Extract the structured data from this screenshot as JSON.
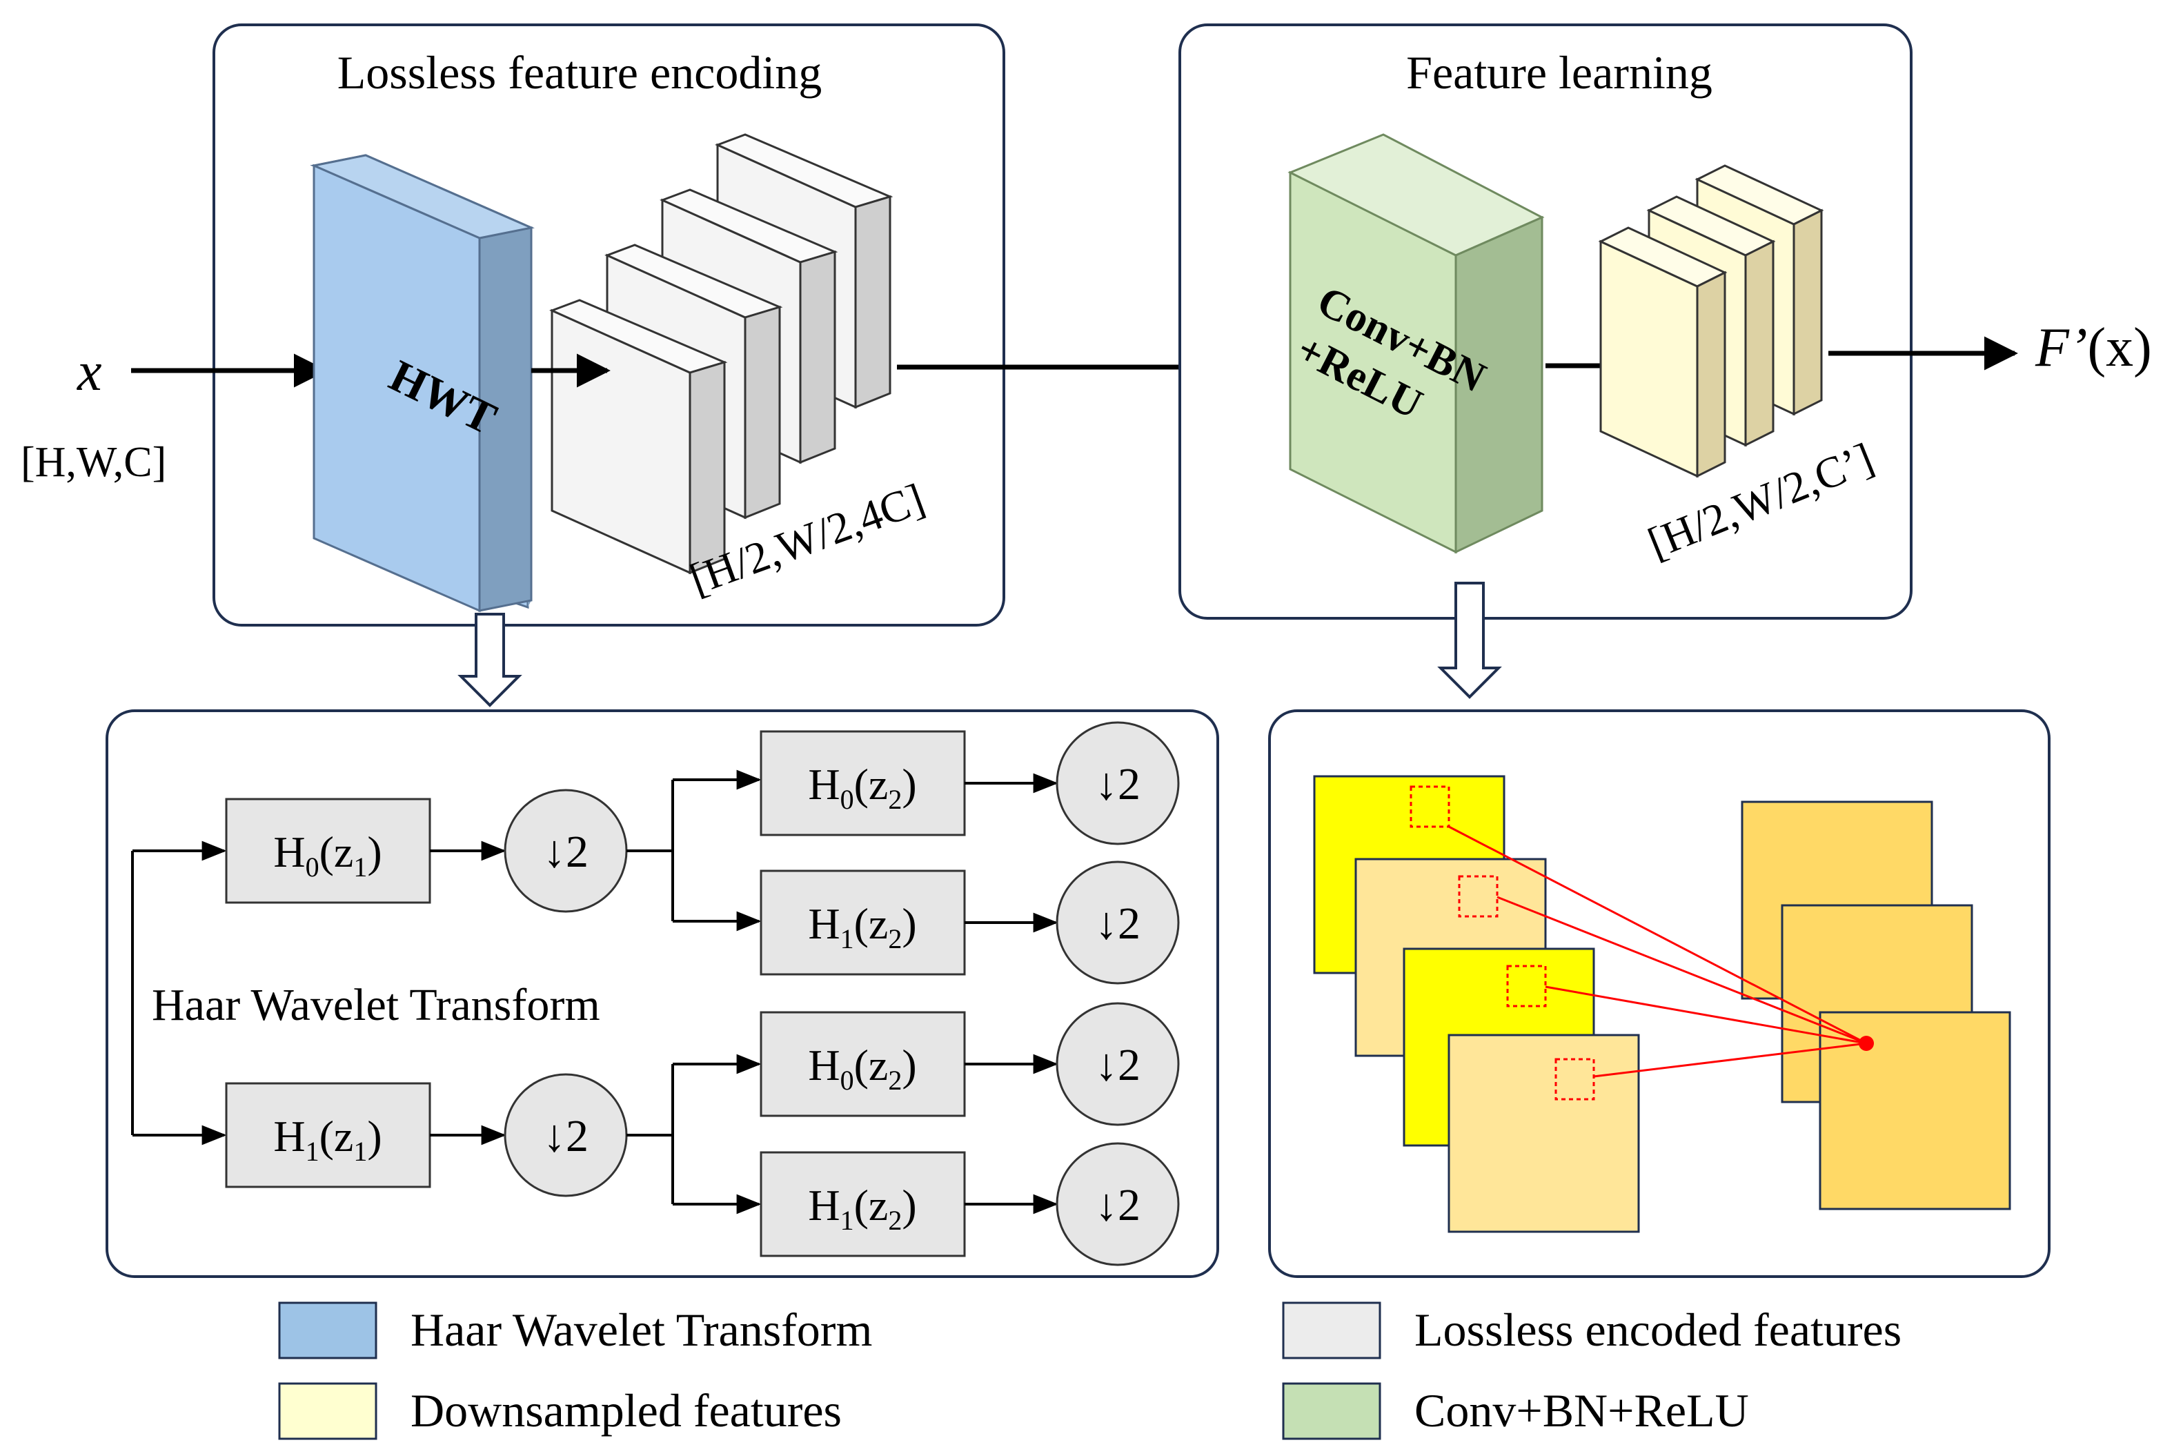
{
  "panels": {
    "encoding_title": "Lossless feature encoding",
    "learning_title": "Feature learning"
  },
  "io": {
    "input_symbol": "x",
    "input_shape": "[H,W,C]",
    "output_symbol_f": "F’",
    "output_symbol_x": "(x)"
  },
  "blocks": {
    "hwt_label": "HWT",
    "encoded_shape": "[H/2,W/2,4C]",
    "conv_label_line1": "Conv+BN",
    "conv_label_line2": "+ReLU",
    "downsampled_shape": "[H/2,W/2,C’]"
  },
  "haar": {
    "title": "Haar Wavelet Transform",
    "filters": {
      "h0_z1": {
        "base": "H",
        "sub": "0",
        "arg": "(z",
        "argsub": "1",
        "close": ")"
      },
      "h1_z1": {
        "base": "H",
        "sub": "1",
        "arg": "(z",
        "argsub": "1",
        "close": ")"
      },
      "h0_z2": {
        "base": "H",
        "sub": "0",
        "arg": "(z",
        "argsub": "2",
        "close": ")"
      },
      "h1_z2": {
        "base": "H",
        "sub": "1",
        "arg": "(z",
        "argsub": "2",
        "close": ")"
      }
    },
    "downsample_label": "↓2"
  },
  "legend": {
    "items": [
      {
        "label": "Haar Wavelet Transform",
        "color": "#9dc3e6"
      },
      {
        "label": "Lossless encoded features",
        "color": "#ececec"
      },
      {
        "label": "Downsampled features",
        "color": "#ffffd0"
      },
      {
        "label": "Conv+BN+ReLU",
        "color": "#c5e0b4"
      }
    ]
  },
  "colors": {
    "panel_border": "#1f2f4f",
    "hwt_front": "#a9cbee",
    "hwt_side": "#7f9fbf",
    "encoded_front": "#f4f4f4",
    "encoded_side": "#cfcfcf",
    "conv_front": "#cfe6bd",
    "conv_side": "#a3bd93",
    "down_front": "#fffbd6",
    "down_side": "#ddd2a4",
    "filter_fill": "#e6e6e6",
    "yellow": "#ffff00",
    "light_orange": "#ffe699",
    "orange": "#ffd966",
    "red": "#ff0000"
  }
}
